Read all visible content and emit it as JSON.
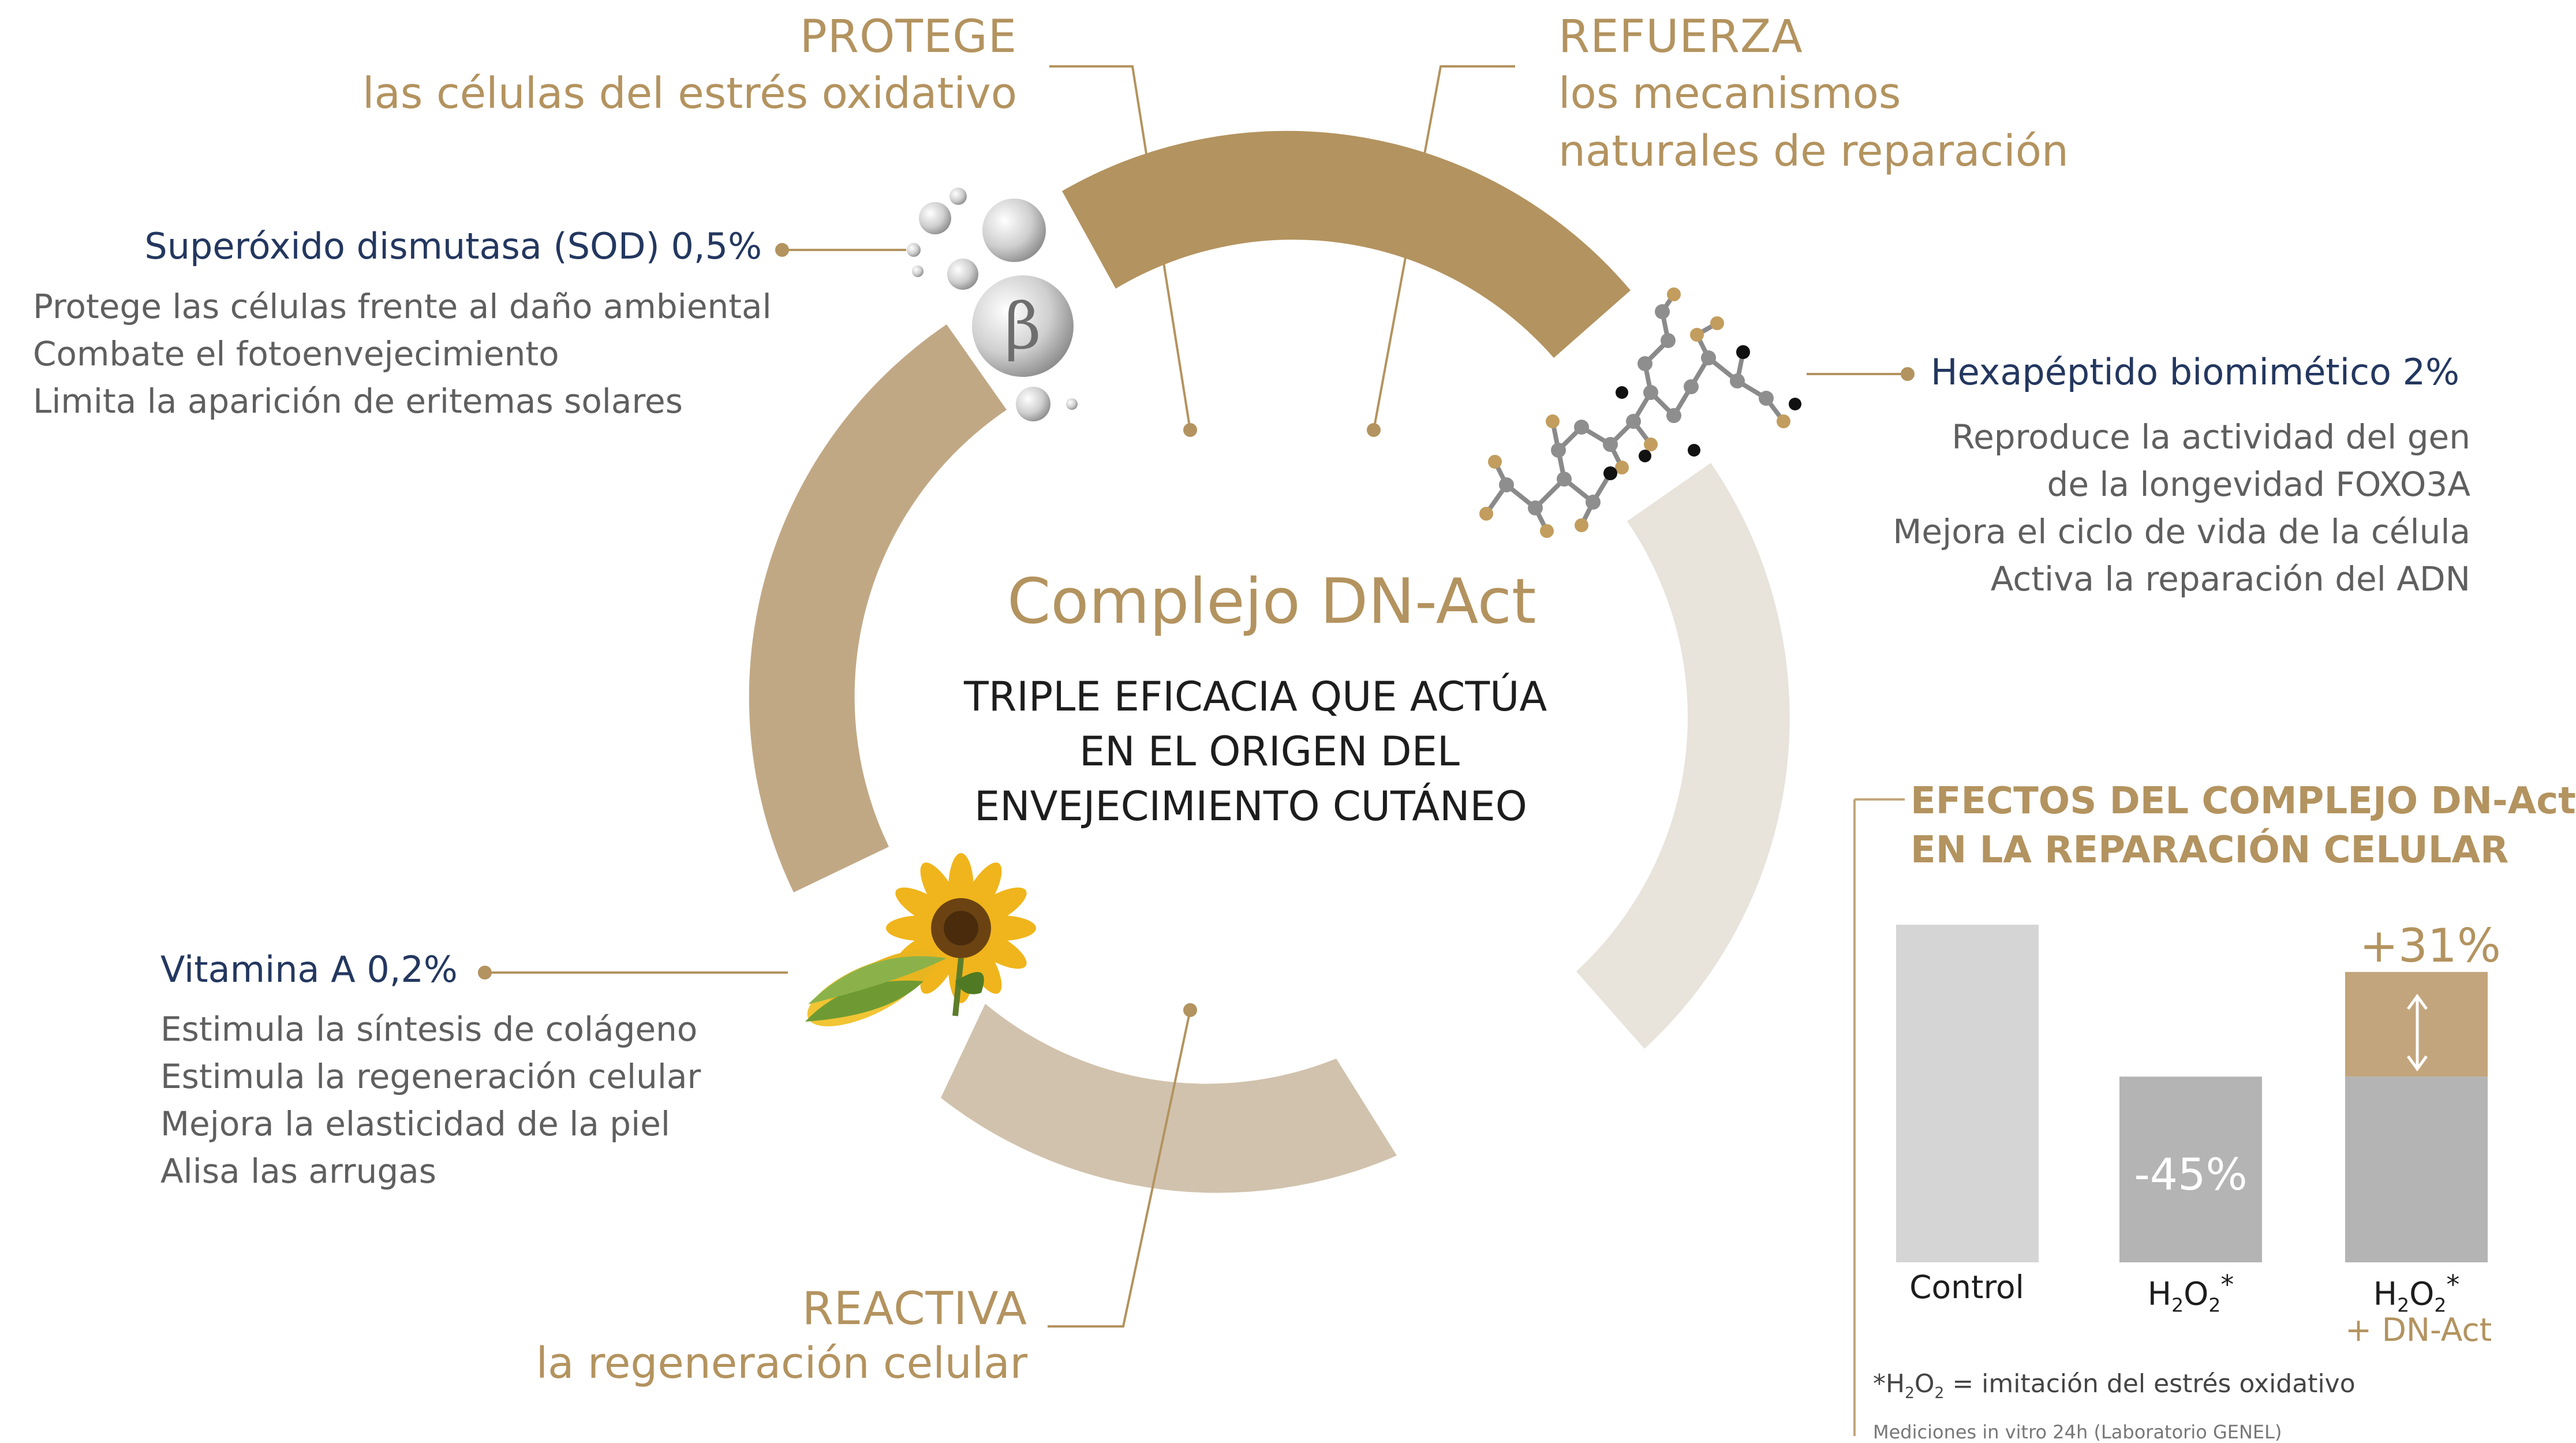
{
  "segments": {
    "top": {
      "title": "PROTEGE",
      "subtitle": "las células del estrés oxidativo"
    },
    "top_right": {
      "title": "REFUERZA",
      "line1": "los mecanismos",
      "line2": "naturales de reparación"
    },
    "bottom": {
      "title": "REACTIVA",
      "subtitle": "la regeneración celular"
    }
  },
  "center": {
    "title": "Complejo DN-Act",
    "line1": "TRIPLE EFICACIA QUE ACTÚA",
    "line2": "EN EL ORIGEN DEL",
    "line3": "ENVEJECIMIENTO CUTÁNEO"
  },
  "ingredients": {
    "sod": {
      "name": "Superóxido dismutasa (SOD) 0,5%",
      "items": [
        "Protege las células frente al daño ambiental",
        "Combate el fotoenvejecimiento",
        "Limita la aparición de eritemas solares"
      ],
      "icon": "beta-bubbles-icon",
      "icon_glyph": "β"
    },
    "hexapeptide": {
      "name": "Hexapéptido biomimético 2%",
      "items": [
        "Reproduce la actividad del gen",
        "de la longevidad FOXO3A",
        "Mejora el ciclo de vida de la célula",
        "Activa la reparación del ADN"
      ],
      "icon": "molecule-icon"
    },
    "vitamin_a": {
      "name": "Vitamina A 0,2%",
      "items": [
        "Estimula la síntesis de colágeno",
        "Estimula la regeneración celular",
        "Mejora la elasticidad de la piel",
        "Alisa las arrugas"
      ],
      "icon": "sunflower-corn-icon"
    }
  },
  "chart_data": {
    "type": "bar",
    "title_line1": "EFECTOS DEL COMPLEJO DN-Act",
    "title_line2": "EN LA REPARACIÓN CELULAR",
    "categories": [
      {
        "main": "Control",
        "sub": "",
        "sup": "",
        "extra": ""
      },
      {
        "main": "H",
        "sub": "2",
        "main2": "O",
        "sub2": "2",
        "sup": "*",
        "extra": ""
      },
      {
        "main": "H",
        "sub": "2",
        "main2": "O",
        "sub2": "2",
        "sup": "*",
        "extra": "+ DN-Act"
      }
    ],
    "values": [
      100,
      55,
      86
    ],
    "stacked": [
      {
        "base": 100,
        "increment": 0
      },
      {
        "base": 55,
        "increment": 0
      },
      {
        "base": 55,
        "increment": 31
      }
    ],
    "labels": {
      "h2o2": "-45%",
      "dnact": "+31%"
    },
    "footnote": {
      "star": "*",
      "h": "H",
      "o": "O",
      "n": "2",
      "text": " = imitación del estrés oxidativo"
    },
    "footnote2": "Mediciones in vitro 24h (Laboratorio GENEL)"
  },
  "colors": {
    "gold": "#b3935f",
    "gold_mid": "#c1a885",
    "beige": "#d1c2ad",
    "cream": "#e8e3db",
    "navy": "#23375f",
    "bar_control": "#d5d5d5",
    "bar_h2o2": "#b4b4b4",
    "bar_dnact": "#c2a57c"
  }
}
